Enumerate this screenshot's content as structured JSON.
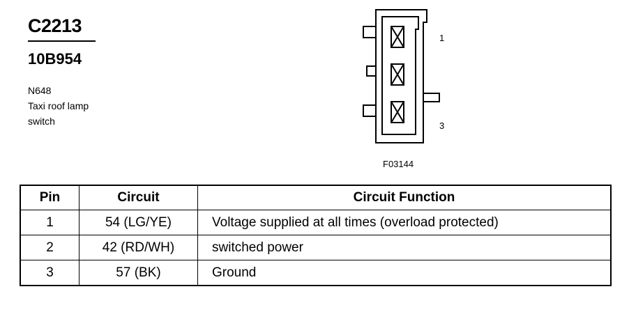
{
  "connector": {
    "id": "C2213",
    "part_number": "10B954",
    "component_code": "N648",
    "description_line1": "Taxi roof lamp",
    "description_line2": "switch"
  },
  "diagram": {
    "pin_label_top": "1",
    "pin_label_bottom": "3",
    "figure_code": "F03144"
  },
  "table": {
    "headers": {
      "pin": "Pin",
      "circuit": "Circuit",
      "function": "Circuit Function"
    },
    "rows": [
      {
        "pin": "1",
        "circuit": "54 (LG/YE)",
        "function": "Voltage supplied at all times (overload protected)"
      },
      {
        "pin": "2",
        "circuit": "42 (RD/WH)",
        "function": "switched power"
      },
      {
        "pin": "3",
        "circuit": "57 (BK)",
        "function": "Ground"
      }
    ]
  }
}
